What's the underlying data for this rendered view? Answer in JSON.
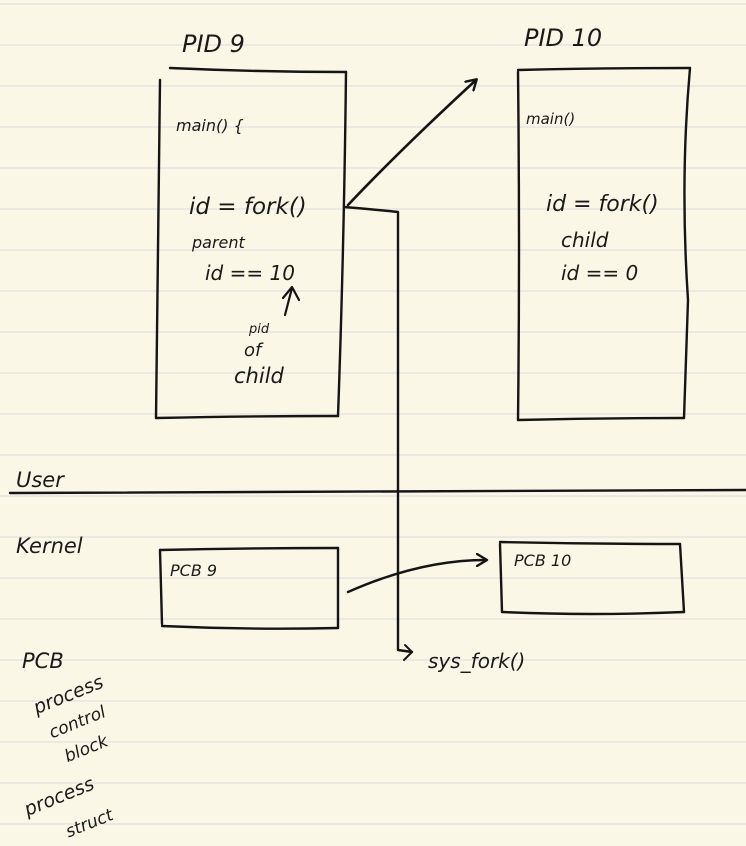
{
  "colors": {
    "paper": "#fbf7e6",
    "rule_line": "#d9dbe0",
    "ink": "#151515"
  },
  "user_space": {
    "process_left": {
      "heading": "PID 9",
      "main_label": "main() {",
      "call": "id = fork()",
      "role": "parent",
      "id_value": "id == 10",
      "arrow_note": [
        "pid",
        "of",
        "child"
      ]
    },
    "process_right": {
      "heading": "PID 10",
      "main_label": "main()",
      "call": "id = fork()",
      "role": "child",
      "id_value": "id == 0"
    }
  },
  "divider": {
    "upper_label": "User",
    "lower_label": "Kernel"
  },
  "kernel_space": {
    "pcb_left_label": "PCB 9",
    "pcb_right_label": "PCB 10",
    "syscall_label": "sys_fork()"
  },
  "side_notes": {
    "acronym": "PCB",
    "expansion": [
      "process",
      "control",
      "block"
    ],
    "struct_name": [
      "process",
      "struct"
    ]
  }
}
